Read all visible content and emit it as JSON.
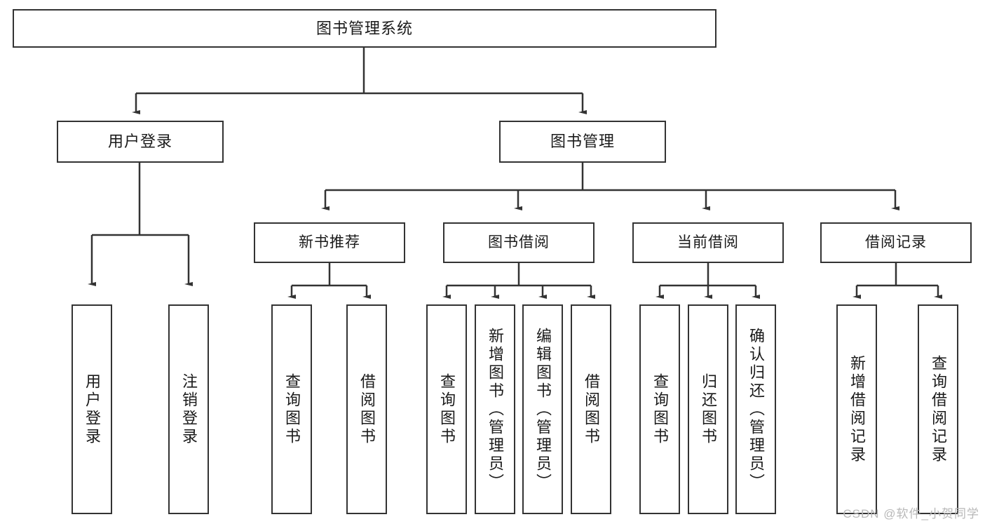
{
  "diagram": {
    "title": "图书管理系统",
    "type": "hierarchy-tree",
    "watermark": "CSDN @软件_小贺同学",
    "colors": {
      "border": "#333333",
      "fill": "#ffffff",
      "text": "#1a1a1a",
      "edge": "#333333",
      "watermark": "#b8b8b8"
    },
    "nodes": {
      "root": {
        "label": "图书管理系统"
      },
      "level1": [
        {
          "id": "user-login",
          "label": "用户登录"
        },
        {
          "id": "book-manage",
          "label": "图书管理"
        }
      ],
      "level2": [
        {
          "id": "new-book-recommend",
          "label": "新书推荐"
        },
        {
          "id": "book-borrow",
          "label": "图书借阅"
        },
        {
          "id": "current-borrow",
          "label": "当前借阅"
        },
        {
          "id": "borrow-record",
          "label": "借阅记录"
        }
      ],
      "leaves": {
        "user-login": [
          {
            "id": "leaf-user-login",
            "label": "用户登录"
          },
          {
            "id": "leaf-logout-login",
            "label": "注销登录"
          }
        ],
        "new-book-recommend": [
          {
            "id": "leaf-query-book-1",
            "label": "查询图书"
          },
          {
            "id": "leaf-borrow-book-1",
            "label": "借阅图书"
          }
        ],
        "book-borrow": [
          {
            "id": "leaf-query-book-2",
            "label": "查询图书"
          },
          {
            "id": "leaf-add-book",
            "label": "新增图书（管理员）"
          },
          {
            "id": "leaf-edit-book",
            "label": "编辑图书（管理员）"
          },
          {
            "id": "leaf-borrow-book-2",
            "label": "借阅图书"
          }
        ],
        "current-borrow": [
          {
            "id": "leaf-query-book-3",
            "label": "查询图书"
          },
          {
            "id": "leaf-return-book",
            "label": "归还图书"
          },
          {
            "id": "leaf-confirm-return",
            "label": "确认归还（管理员）"
          }
        ],
        "borrow-record": [
          {
            "id": "leaf-add-record",
            "label": "新增借阅记录"
          },
          {
            "id": "leaf-query-record",
            "label": "查询借阅记录"
          }
        ]
      }
    }
  }
}
